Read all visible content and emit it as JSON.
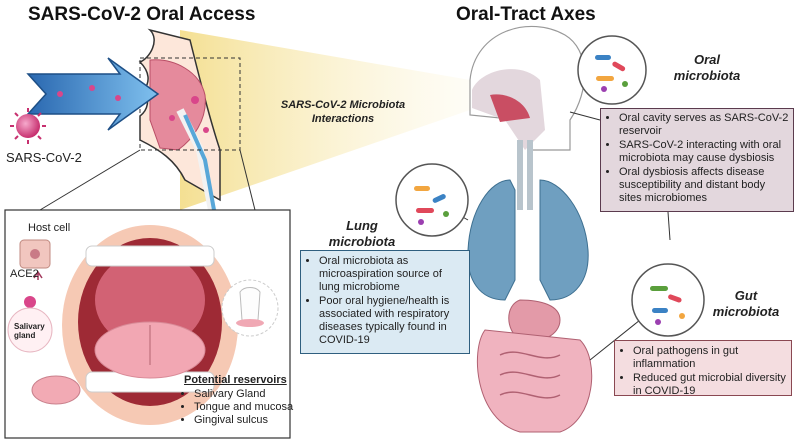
{
  "titles": {
    "left": "SARS-CoV-2 Oral Access",
    "right": "Oral-Tract Axes"
  },
  "labels": {
    "virus": "SARS-CoV-2",
    "interactions": "SARS-CoV-2 Microbiota Interactions",
    "host_cell": "Host cell",
    "ace2": "ACE2",
    "salivary_gland": "Salivary gland",
    "oral_microbiota": "Oral microbiota",
    "lung_microbiota": "Lung microbiota",
    "gut_microbiota": "Gut microbiota"
  },
  "reservoirs": {
    "heading": "Potential reservoirs",
    "items": [
      "Salivary Gland",
      "Tongue and mucosa",
      "Gingival sulcus"
    ]
  },
  "oral_box": {
    "items": [
      "Oral cavity serves as SARS-CoV-2 reservoir",
      "SARS-CoV-2 interacting with oral microbiota may cause dysbiosis",
      "Oral dysbiosis affects disease susceptibility and distant body sites microbiomes"
    ]
  },
  "lung_box": {
    "items": [
      "Oral microbiota as microaspiration source of lung microbiome",
      "Poor oral hygiene/health is associated with respiratory diseases typically found in COVID-19"
    ]
  },
  "gut_box": {
    "items": [
      "Oral pathogens in gut inflammation",
      "Reduced gut microbial diversity in COVID-19"
    ]
  },
  "colors": {
    "oral": "#5b3b4e",
    "lung": "#2f5f7f",
    "gut": "#8a4852",
    "virus": "#d9468a",
    "beam": "#f6e6a6"
  }
}
